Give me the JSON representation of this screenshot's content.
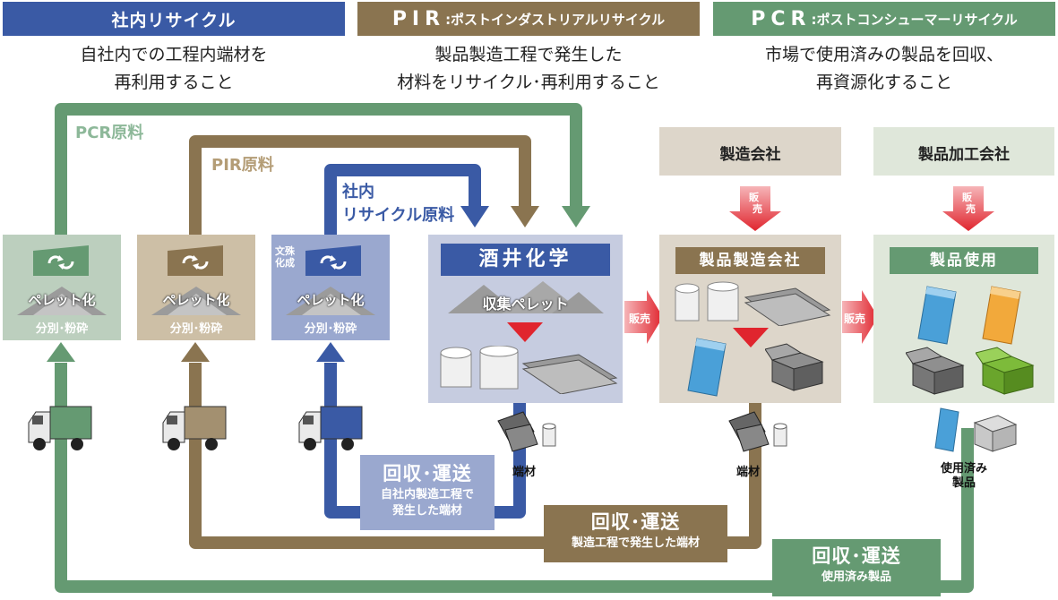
{
  "headers": {
    "inhouse": "社内リサイクル",
    "pir_code": "PIR",
    "pir_name": ":ポストインダストリアルリサイクル",
    "pcr_code": "PCR",
    "pcr_name": ":ポストコンシューマーリサイクル"
  },
  "descriptions": {
    "inhouse_l1": "自社内での工程内端材を",
    "inhouse_l2": "再利用すること",
    "pir_l1": "製品製造工程で発生した",
    "pir_l2": "材料をリサイクル･再利用すること",
    "pcr_l1": "市場で使用済みの製品を回収、",
    "pcr_l2": "再資源化すること"
  },
  "flow_labels": {
    "pcr_material": "PCR原料",
    "pir_material": "PIR原料",
    "inhouse_material_l1": "社内",
    "inhouse_material_l2": "リサイクル原料"
  },
  "pellet_boxes": {
    "pelletize": "ペレット化",
    "sort_crush": "分別･粉砕",
    "document_l1": "文殊",
    "document_l2": "化成"
  },
  "sakai": {
    "title": "酒井化学",
    "collect_pellet": "収集ペレット"
  },
  "manufacturer": {
    "header": "製造会社",
    "label": "製品製造会社"
  },
  "processor": {
    "header": "製品加工会社",
    "label": "製品使用"
  },
  "sale": {
    "tag1": "販",
    "tag2": "売",
    "horizontal": "販売"
  },
  "captions": {
    "scrap1": "端材",
    "scrap2": "端材",
    "used_l1": "使用済み",
    "used_l2": "製品"
  },
  "collections": {
    "inhouse_title": "回収･運送",
    "inhouse_sub_l1": "自社内製造工程で",
    "inhouse_sub_l2": "発生した端材",
    "pir_title": "回収･運送",
    "pir_sub": "製造工程で発生した端材",
    "pcr_title": "回収･運送",
    "pcr_sub": "使用済み製品"
  },
  "colors": {
    "blue": "#3a5aa5",
    "brown": "#8a7450",
    "green": "#659a72",
    "red": "#e0252e"
  }
}
